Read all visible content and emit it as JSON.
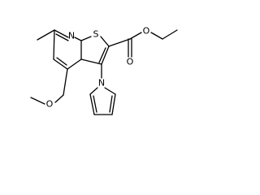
{
  "molecule": {
    "atoms": {
      "nitrogen_pyridine": "N",
      "sulfur_thiophene": "S",
      "oxygen_ester_single": "O",
      "oxygen_carbonyl": "O",
      "oxygen_ether": "O",
      "nitrogen_pyrrole": "N"
    }
  }
}
